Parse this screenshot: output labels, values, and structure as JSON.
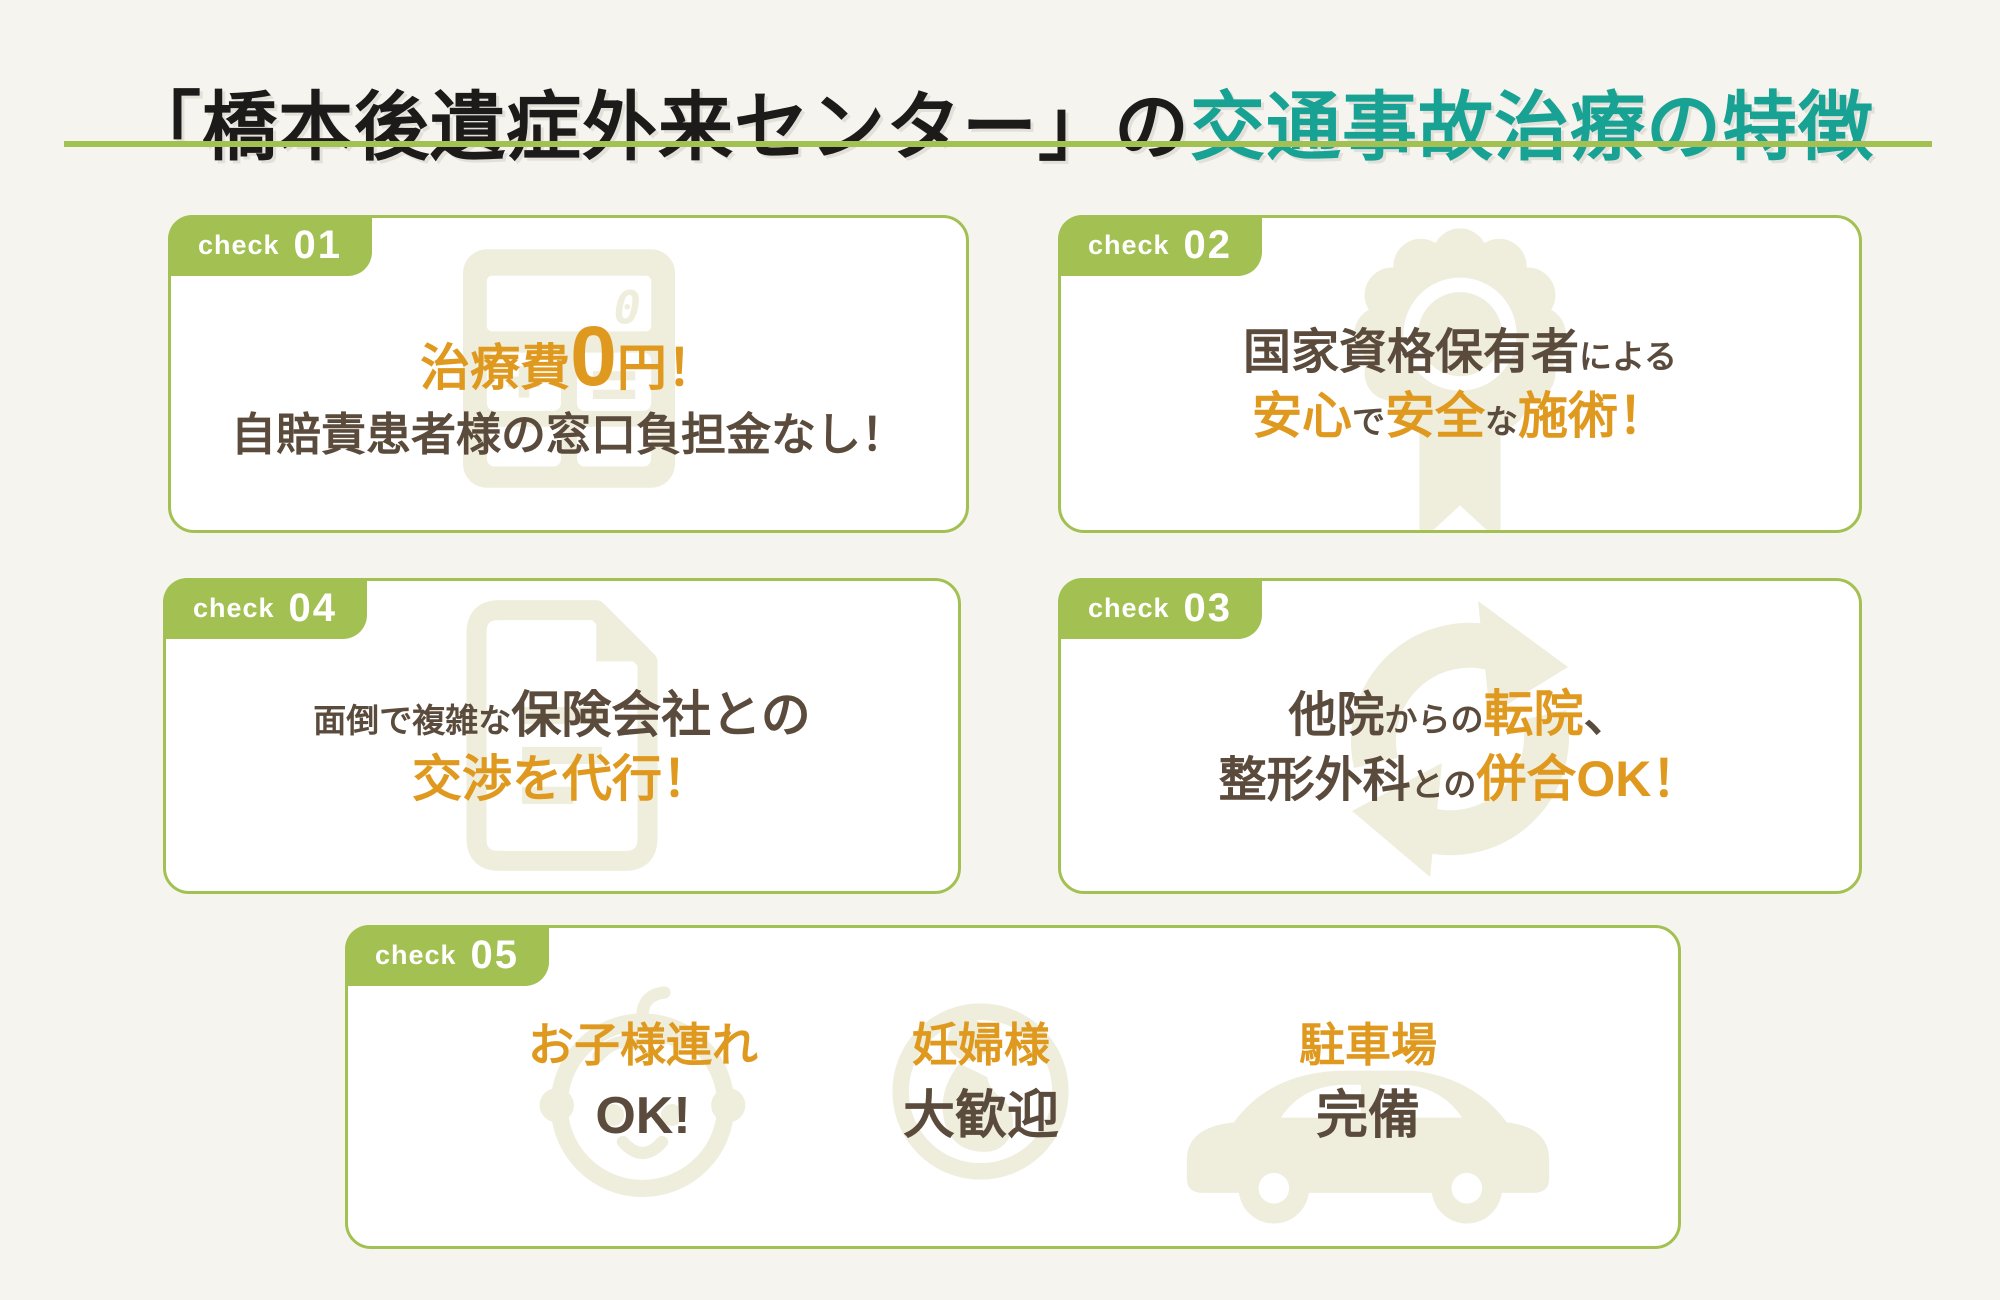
{
  "title": {
    "black_part": "「橋本後遺症外来センター」の",
    "teal_part": "交通事故治療の特徴"
  },
  "colors": {
    "page_background": "#f6f4ee",
    "card_background": "#ffffff",
    "green_accent": "#a3c052",
    "teal_accent": "#17a294",
    "orange_accent": "#e0991f",
    "brown_text": "#5b4b3c",
    "watermark": "#efeedd"
  },
  "icons": {
    "check01": "calculator-zero-icon",
    "check02": "award-ribbon-icon",
    "check03": "transfer-arrows-icon",
    "check04": "document-icon",
    "check05_items": [
      "baby-face-icon",
      "pregnant-woman-icon",
      "car-icon"
    ]
  },
  "cards": {
    "check01": {
      "badge_text": "check",
      "badge_number": "01",
      "line1_pre": "治療費",
      "line1_zero": "0",
      "line1_post": "円！",
      "line2": "自賠責患者様の窓口負担金なし！"
    },
    "check02": {
      "badge_text": "check",
      "badge_number": "02",
      "line1_main": "国家資格保有者",
      "line1_small": "による",
      "line2_seg1": "安心",
      "line2_seg2": "で",
      "line2_seg3": "安全",
      "line2_seg4": "な",
      "line2_seg5": "施術！"
    },
    "check03": {
      "badge_text": "check",
      "badge_number": "03",
      "line1_seg1": "他院",
      "line1_seg2": "からの",
      "line1_seg3": "転院",
      "line1_seg4": "、",
      "line2_seg1": "整形外科",
      "line2_seg2": "との",
      "line2_seg3": "併合OK！"
    },
    "check04": {
      "badge_text": "check",
      "badge_number": "04",
      "line1_small": "面倒で複雑な",
      "line1_main": "保険会社との",
      "line2": "交渉を代行！"
    },
    "check05": {
      "badge_text": "check",
      "badge_number": "05",
      "items": [
        {
          "label": "お子様連れ",
          "sub": "OK!"
        },
        {
          "label": "妊婦様",
          "sub": "大歓迎"
        },
        {
          "label": "駐車場",
          "sub": "完備"
        }
      ]
    }
  }
}
